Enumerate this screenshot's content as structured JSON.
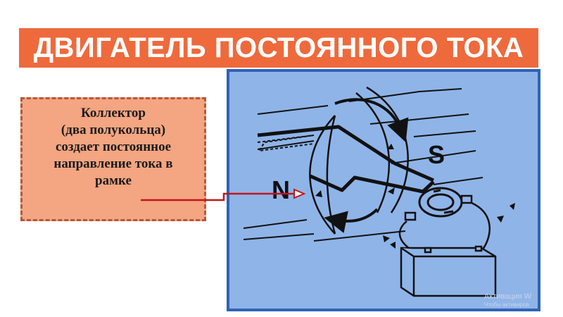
{
  "title": "ДВИГАТЕЛЬ ПОСТОЯННОГО ТОКА",
  "note": {
    "lines": [
      "Коллектор",
      "(два полукольца)",
      "создает постоянное",
      "направление тока в",
      "рамке"
    ]
  },
  "diagram": {
    "pole_north": "N",
    "pole_south": "S"
  },
  "watermark": {
    "line1": "Активация W",
    "line2": "Чтобы активиров"
  },
  "colors": {
    "banner": "#ee6a3c",
    "note_fill": "#f4a581",
    "note_border": "#b5583a",
    "diagram_bg": "#8fb4e8",
    "diagram_border": "#2f63b7",
    "arrow": "#c0161c"
  }
}
